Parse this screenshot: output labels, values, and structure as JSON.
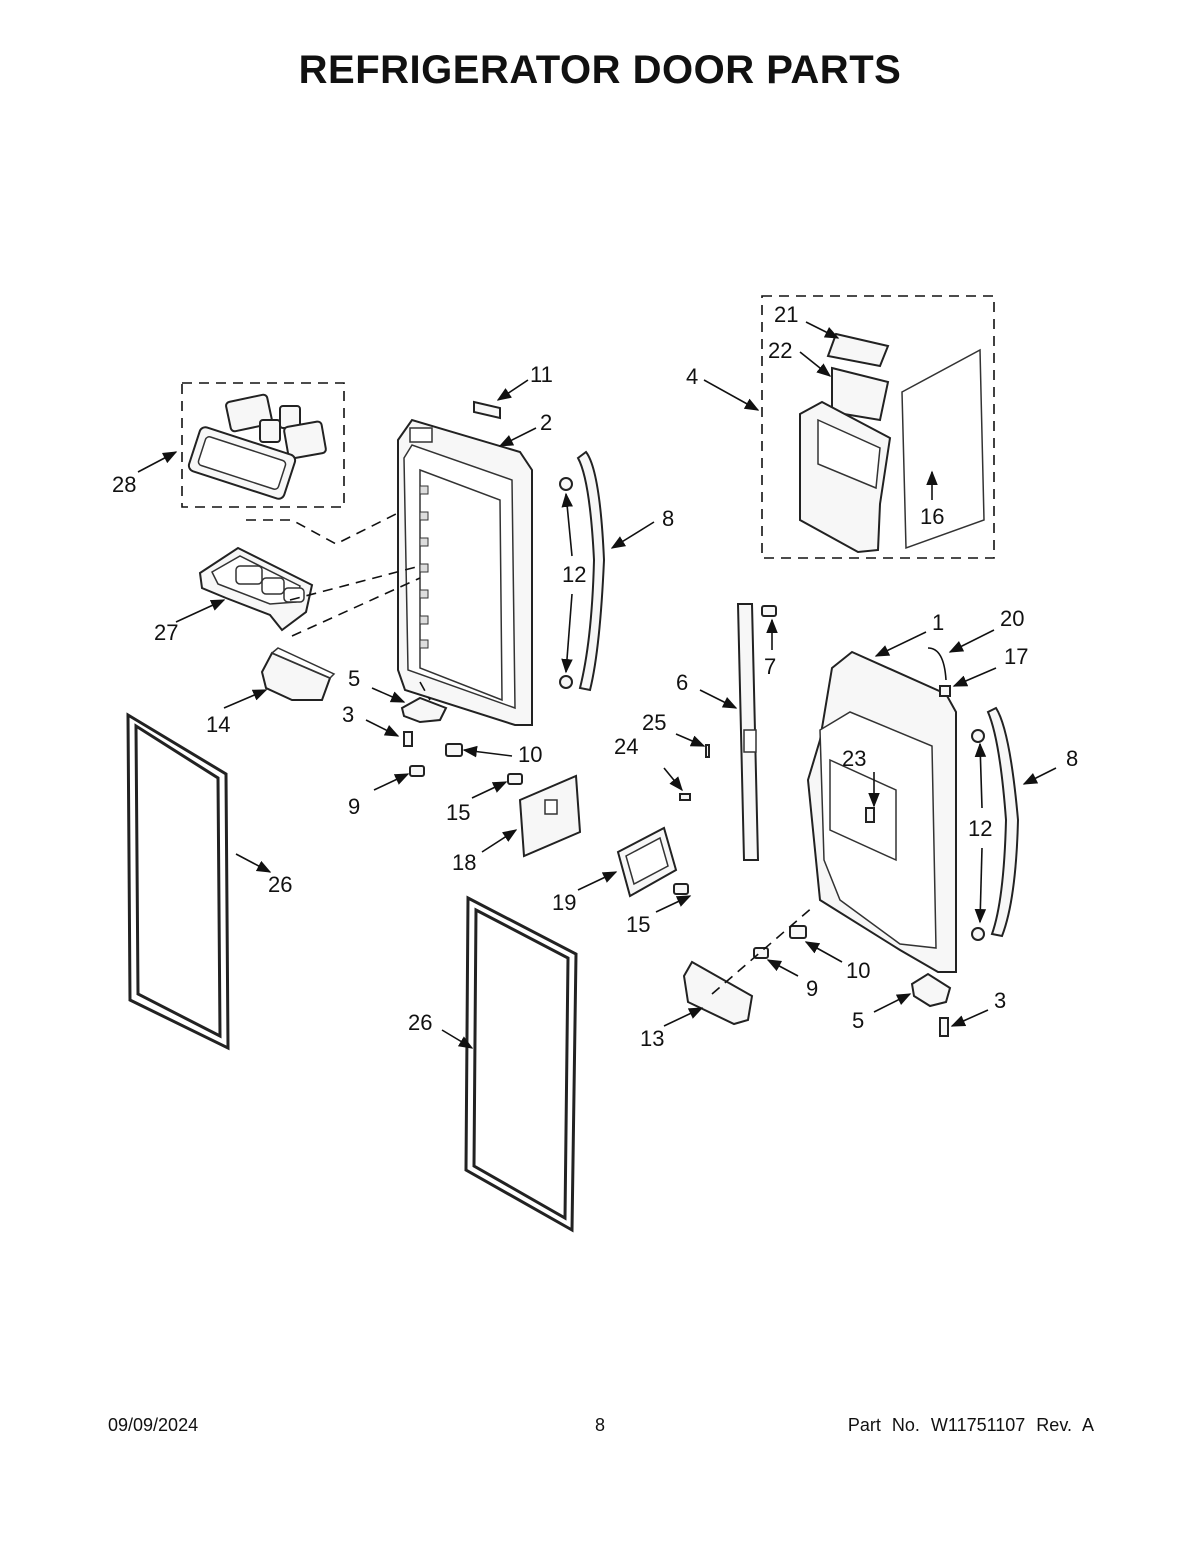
{
  "title": "REFRIGERATOR DOOR PARTS",
  "footer": {
    "date": "09/09/2024",
    "page": "8",
    "part_number": "Part No.  W11751107  Rev.  A"
  },
  "callouts": {
    "c1": "1",
    "c2": "2",
    "c3a": "3",
    "c3b": "3",
    "c4": "4",
    "c5a": "5",
    "c5b": "5",
    "c6": "6",
    "c7": "7",
    "c8a": "8",
    "c8b": "8",
    "c9a": "9",
    "c9b": "9",
    "c10a": "10",
    "c10b": "10",
    "c11": "11",
    "c12a": "12",
    "c12b": "12",
    "c13": "13",
    "c14": "14",
    "c15a": "15",
    "c15b": "15",
    "c16": "16",
    "c17": "17",
    "c18": "18",
    "c19": "19",
    "c20": "20",
    "c21": "21",
    "c22": "22",
    "c23": "23",
    "c24": "24",
    "c25": "25",
    "c26a": "26",
    "c26b": "26",
    "c27": "27",
    "c28": "28"
  }
}
